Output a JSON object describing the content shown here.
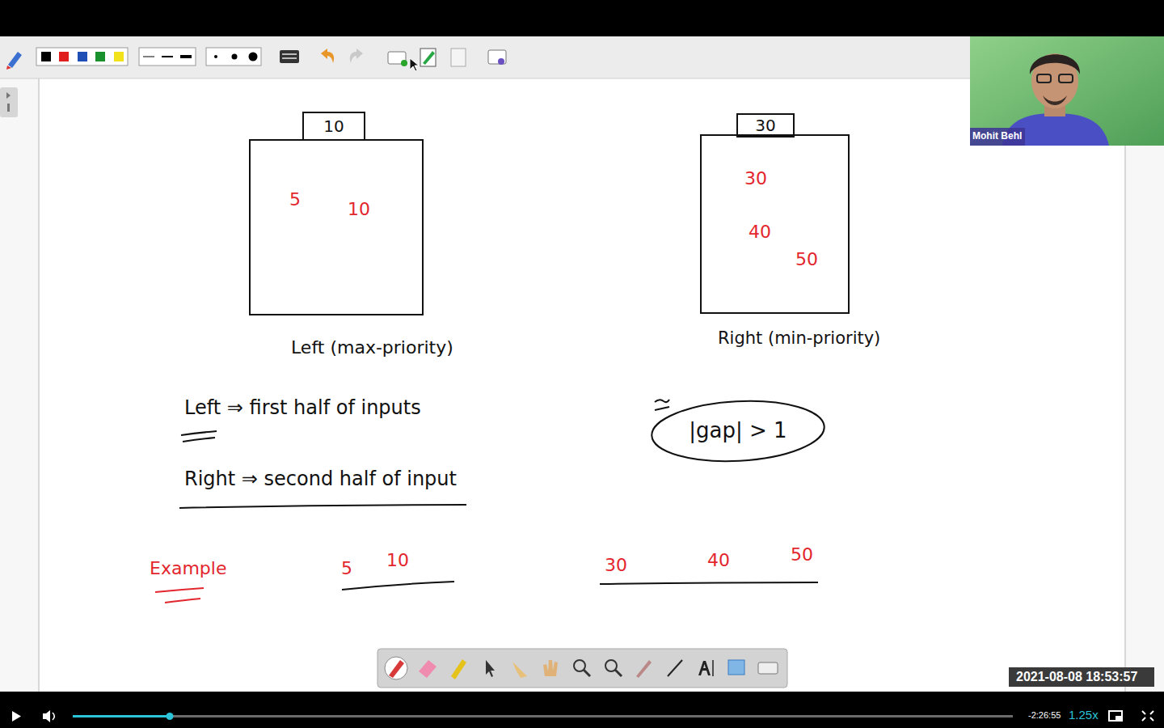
{
  "diagram": {
    "nodes": [
      {
        "text": [
          "10"
        ]
      },
      {
        "text": [
          "5",
          "10",
          "Left (max-priority)"
        ]
      },
      {
        "text": [
          "30"
        ]
      },
      {
        "text": [
          "30",
          "40",
          "50",
          "Right (min-priority)"
        ]
      },
      {
        "text": [
          "|gap| > 1"
        ]
      }
    ],
    "labels": [
      "Left ⇒ first half of inputs",
      "Right ⇒ second half of input",
      "Example",
      "5",
      "10",
      "30",
      "40",
      "50",
      "Mohit Behl",
      "2021-08-08 18:53:57",
      "-2:26:55",
      "1.25x"
    ]
  }
}
